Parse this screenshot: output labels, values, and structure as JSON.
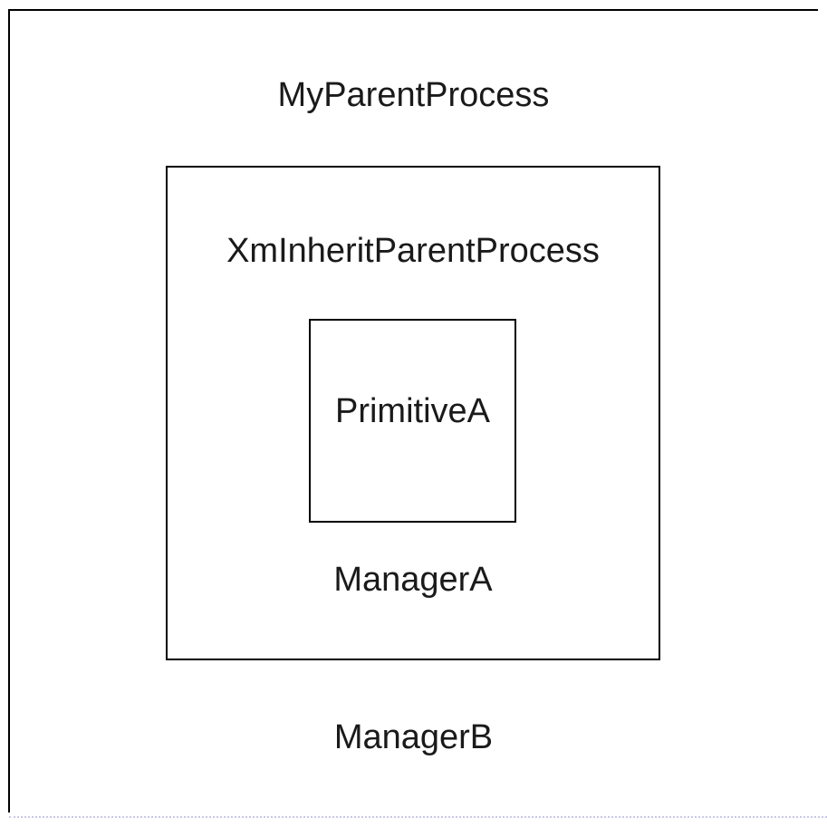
{
  "diagram": {
    "outer_label": "MyParentProcess",
    "middle_box": {
      "top_label": "XmInheritParentProcess",
      "bottom_label": "ManagerA"
    },
    "inner_box": {
      "label": "PrimitiveA"
    },
    "outer_bottom_label": "ManagerB"
  },
  "colors": {
    "background": "#ffffff",
    "line": "#000000",
    "text": "#1a1a1a",
    "bottom_dotted_line": "#c8c8e6"
  }
}
